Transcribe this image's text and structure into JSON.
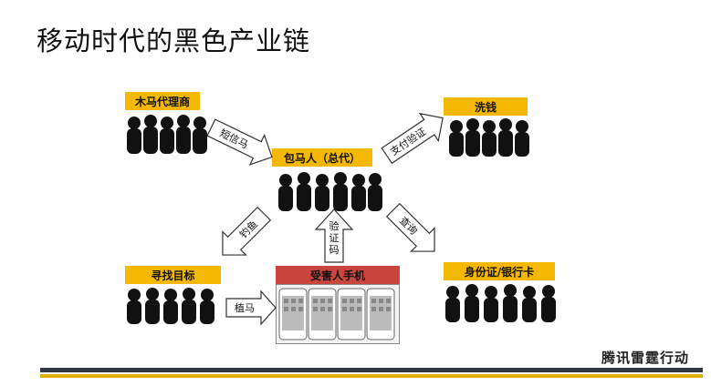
{
  "title": "移动时代的黑色产业链",
  "nodes": {
    "trojan": "木马代理商",
    "general_agent": "包马人（总代）",
    "laundering": "洗钱",
    "find_target": "寻找目标",
    "victim_phone": "受害人手机",
    "id_bankcard": "身份证/银行卡"
  },
  "arrows": {
    "sms_trojan": "短信马",
    "pay_verify": "支付验证",
    "phishing": "钓鱼",
    "verify_code": "验证码",
    "query": "查询",
    "implant": "植马"
  },
  "brand": "腾讯雷霆行动",
  "colors": {
    "label_bg": "#f5b800",
    "phone_header": "#c9453e",
    "bar_dark": "#2f3842",
    "bar_gold": "#e0b000"
  }
}
